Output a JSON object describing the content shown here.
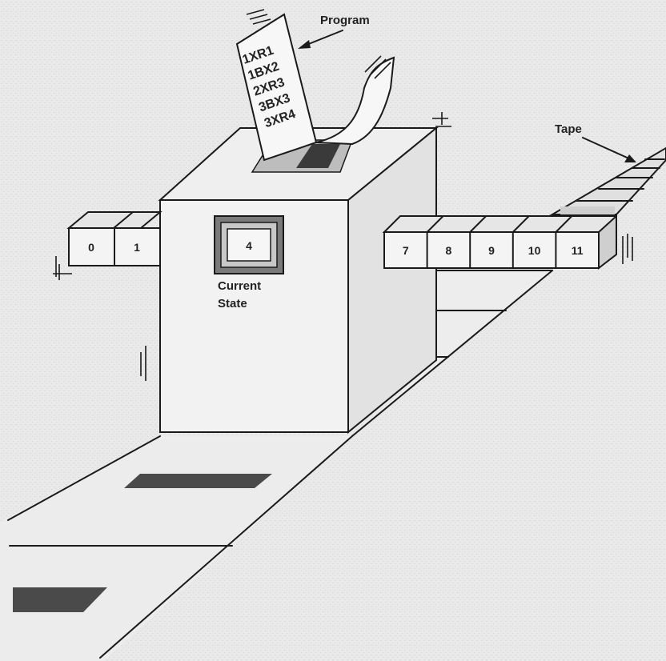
{
  "labels": {
    "program": "Program",
    "tape": "Tape",
    "current_state_line1": "Current",
    "current_state_line2": "State"
  },
  "program_lines": [
    "1XR1",
    "1BX2",
    "2XR3",
    "3BX3",
    "3XR4"
  ],
  "current_state_value": "4",
  "tape_left_cells": [
    "0",
    "1"
  ],
  "tape_right_cells": [
    "7",
    "8",
    "9",
    "10",
    "11"
  ],
  "colors": {
    "paper": "#e9e9e9",
    "ink": "#1a1a1a",
    "box_face": "#f1f1f1",
    "dark_mark": "#4a4a4a"
  }
}
